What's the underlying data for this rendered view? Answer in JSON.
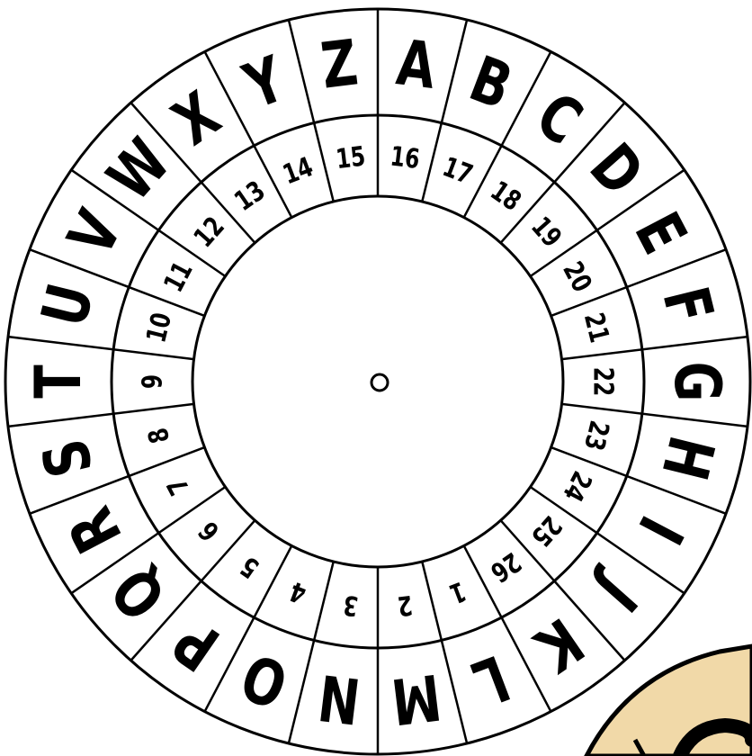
{
  "cipher_wheel": {
    "outer_ring_letters": [
      "A",
      "B",
      "C",
      "D",
      "E",
      "F",
      "G",
      "H",
      "I",
      "J",
      "K",
      "L",
      "M",
      "N",
      "O",
      "P",
      "Q",
      "R",
      "S",
      "T",
      "U",
      "V",
      "W",
      "X",
      "Y",
      "Z"
    ],
    "inner_ring_numbers": [
      "16",
      "17",
      "18",
      "19",
      "20",
      "21",
      "22",
      "23",
      "24",
      "25",
      "26",
      "1",
      "2",
      "3",
      "4",
      "5",
      "6",
      "7",
      "8",
      "9",
      "10",
      "11",
      "12",
      "13",
      "14",
      "15"
    ],
    "colors": {
      "ink": "#000000",
      "paper": "#ffffff",
      "corner_shape_fill": "#f1d9a8"
    }
  }
}
